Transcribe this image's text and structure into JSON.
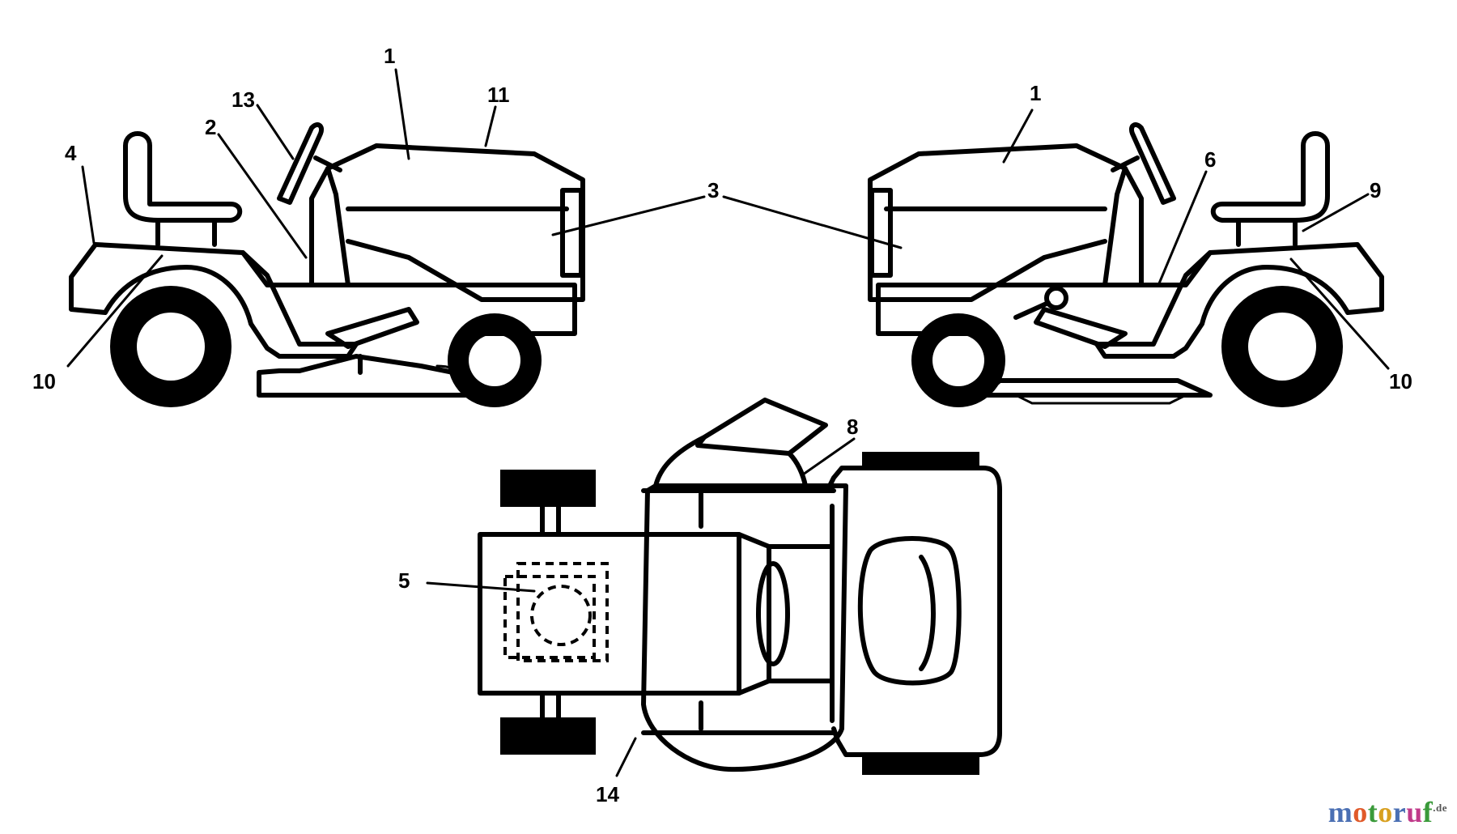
{
  "callouts": {
    "left_1": "1",
    "left_11": "11",
    "left_13": "13",
    "left_2": "2",
    "left_4": "4",
    "left_10": "10",
    "center_3": "3",
    "right_1": "1",
    "right_6": "6",
    "right_9": "9",
    "right_10": "10",
    "top_8": "8",
    "top_5": "5",
    "top_14": "14"
  },
  "watermark": {
    "parts": [
      "m",
      "o",
      "t",
      "o",
      "r",
      "u",
      "f"
    ],
    "domain": ".de",
    "colors": [
      "#4a6fb3",
      "#e05a2a",
      "#3a9a3a",
      "#d8a020",
      "#4a6fb3",
      "#c03a8a",
      "#3a9a3a"
    ]
  }
}
